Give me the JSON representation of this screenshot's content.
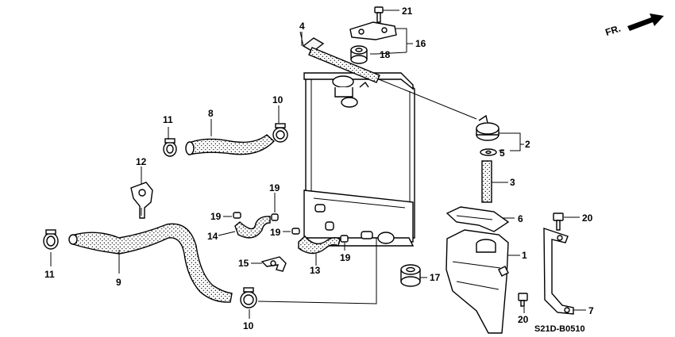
{
  "diagram": {
    "direction_label": "FR.",
    "reference_code": "S21D-B0510",
    "callouts": {
      "c1": "1",
      "c2": "2",
      "c3": "3",
      "c4": "4",
      "c5": "5",
      "c6": "6",
      "c7": "7",
      "c8": "8",
      "c9": "9",
      "c10a": "10",
      "c10b": "10",
      "c11a": "11",
      "c11b": "11",
      "c12": "12",
      "c13": "13",
      "c14": "14",
      "c15": "15",
      "c16": "16",
      "c17": "17",
      "c18": "18",
      "c19a": "19",
      "c19b": "19",
      "c19c": "19",
      "c19d": "19",
      "c20a": "20",
      "c20b": "20",
      "c21": "21"
    },
    "icons": {
      "direction_arrow": "arrow-right-icon"
    }
  }
}
